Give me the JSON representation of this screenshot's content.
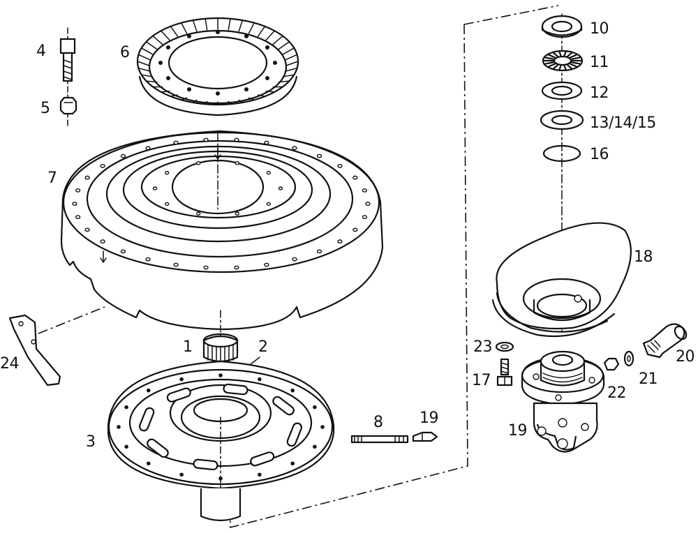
{
  "diagram": {
    "labels": {
      "p1": "1",
      "p2": "2",
      "p3": "3",
      "p4": "4",
      "p5": "5",
      "p6": "6",
      "p7": "7",
      "p8": "8",
      "p10": "10",
      "p11": "11",
      "p12": "12",
      "p13": "13/14/15",
      "p16": "16",
      "p17": "17",
      "p18": "18",
      "p19a": "19",
      "p19b": "19",
      "p20": "20",
      "p21": "21",
      "p22": "22",
      "p23": "23",
      "p24": "24"
    }
  }
}
